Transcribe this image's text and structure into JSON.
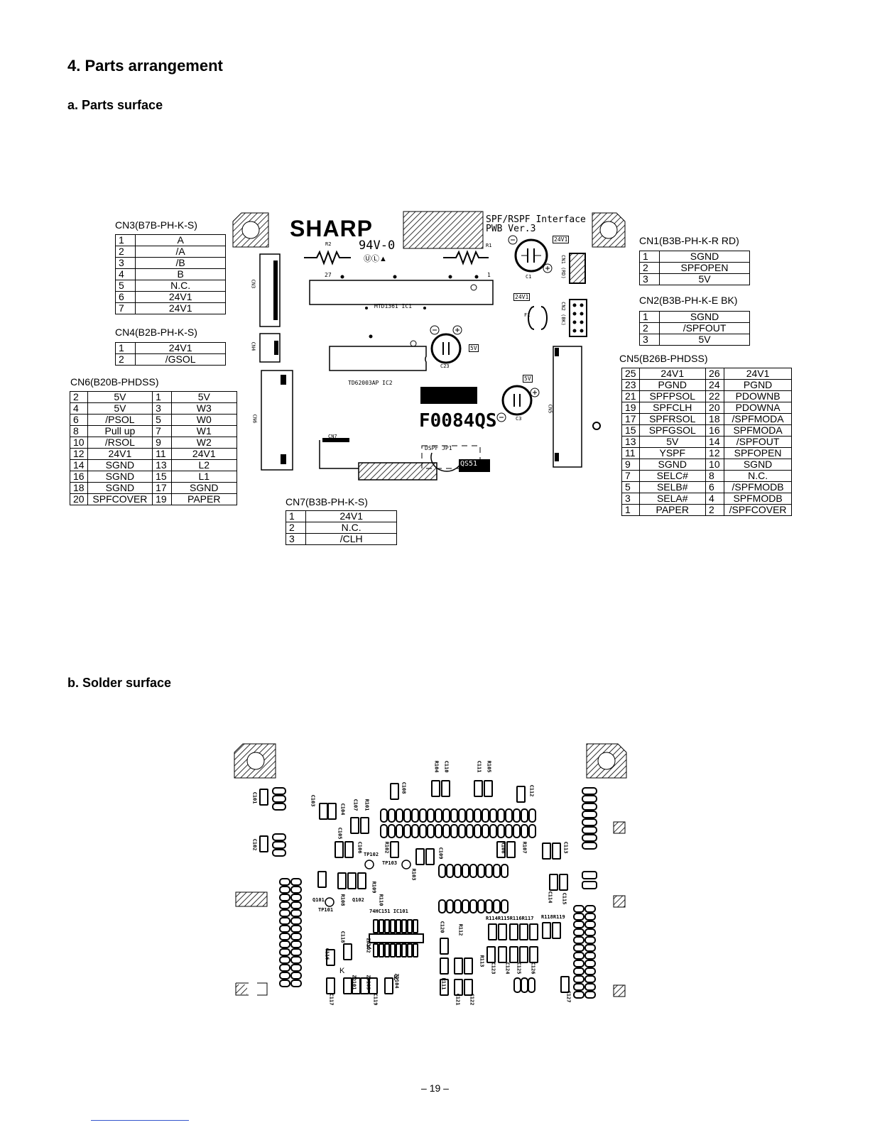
{
  "heading": "4. Parts arrangement",
  "sub_a": "a. Parts surface",
  "sub_b": "b. Solder surface",
  "board": {
    "logo": "SHARP",
    "rating": "94V-0",
    "ul": "ⓊⓁ▲",
    "title1": "SPF/RSPF Interface",
    "title2": "PWB Ver.3",
    "ic1": "MTD1361  IC1",
    "ic2": "TD62003AP  IC2",
    "code": "F0084QS",
    "cn7_mark": "CN7",
    "jp1": "DSPF   JP1",
    "qs": "QS51",
    "r2": "R2",
    "r1": "R1",
    "c1": "C1",
    "c3": "C3",
    "c23": "C23",
    "f1": "F1",
    "v24a": "24V1",
    "v24b": "24V1",
    "v5a": "5V",
    "v5b": "5V",
    "cn3": "CN3",
    "cn4": "CN4",
    "cn6": "CN6",
    "cn1": "CN1 (RD)",
    "cn2": "CN2 (BK)",
    "cn5": "CN5",
    "pin27": "27",
    "pin1": "1"
  },
  "cn3": {
    "title": "CN3(B7B-PH-K-S)",
    "rows": [
      [
        "1",
        "A"
      ],
      [
        "2",
        "/A"
      ],
      [
        "3",
        "/B"
      ],
      [
        "4",
        "B"
      ],
      [
        "5",
        "N.C."
      ],
      [
        "6",
        "24V1"
      ],
      [
        "7",
        "24V1"
      ]
    ]
  },
  "cn4": {
    "title": "CN4(B2B-PH-K-S)",
    "rows": [
      [
        "1",
        "24V1"
      ],
      [
        "2",
        "/GSOL"
      ]
    ]
  },
  "cn6": {
    "title": "CN6(B20B-PHDSS)",
    "rows": [
      [
        "2",
        "5V",
        "1",
        "5V"
      ],
      [
        "4",
        "5V",
        "3",
        "W3"
      ],
      [
        "6",
        "/PSOL",
        "5",
        "W0"
      ],
      [
        "8",
        "Pull up",
        "7",
        "W1"
      ],
      [
        "10",
        "/RSOL",
        "9",
        "W2"
      ],
      [
        "12",
        "24V1",
        "11",
        "24V1"
      ],
      [
        "14",
        "SGND",
        "13",
        "L2"
      ],
      [
        "16",
        "SGND",
        "15",
        "L1"
      ],
      [
        "18",
        "SGND",
        "17",
        "SGND"
      ],
      [
        "20",
        "SPFCOVER",
        "19",
        "PAPER"
      ]
    ]
  },
  "cn7": {
    "title": "CN7(B3B-PH-K-S)",
    "rows": [
      [
        "1",
        "24V1"
      ],
      [
        "2",
        "N.C."
      ],
      [
        "3",
        "/CLH"
      ]
    ]
  },
  "cn1": {
    "title": "CN1(B3B-PH-K-R RD)",
    "rows": [
      [
        "1",
        "SGND"
      ],
      [
        "2",
        "SPFOPEN"
      ],
      [
        "3",
        "5V"
      ]
    ]
  },
  "cn2": {
    "title": "CN2(B3B-PH-K-E BK)",
    "rows": [
      [
        "1",
        "SGND"
      ],
      [
        "2",
        "/SPFOUT"
      ],
      [
        "3",
        "5V"
      ]
    ]
  },
  "cn5": {
    "title": "CN5(B26B-PHDSS)",
    "rows": [
      [
        "25",
        "24V1",
        "26",
        "24V1"
      ],
      [
        "23",
        "PGND",
        "24",
        "PGND"
      ],
      [
        "21",
        "SPFPSOL",
        "22",
        "PDOWNB"
      ],
      [
        "19",
        "SPFCLH",
        "20",
        "PDOWNA"
      ],
      [
        "17",
        "SPFRSOL",
        "18",
        "/SPFMODA"
      ],
      [
        "15",
        "SPFGSOL",
        "16",
        "SPFMODA"
      ],
      [
        "13",
        "5V",
        "14",
        "/SPFOUT"
      ],
      [
        "11",
        "YSPF",
        "12",
        "SPFOPEN"
      ],
      [
        "9",
        "SGND",
        "10",
        "SGND"
      ],
      [
        "7",
        "SELC#",
        "8",
        "N.C."
      ],
      [
        "5",
        "SELB#",
        "6",
        "/SPFMODB"
      ],
      [
        "3",
        "SELA#",
        "4",
        "SPFMODB"
      ],
      [
        "1",
        "PAPER",
        "2",
        "/SPFCOVER"
      ]
    ]
  },
  "solder": {
    "c101": "C101",
    "c102": "C102",
    "c103": "C103",
    "c104": "C104",
    "c105": "C105",
    "c106": "C106",
    "c107": "C107",
    "c108": "C108",
    "c109": "C109",
    "c110": "C110",
    "c111": "C111",
    "c112": "C112",
    "c113": "C113",
    "c114": "C114",
    "c115": "C115",
    "c116": "C116",
    "c117": "C117",
    "c118": "C118",
    "c119": "C119",
    "c120": "C120",
    "c121": "C121",
    "c122": "C122",
    "c123": "C123",
    "c124": "C124",
    "c125": "C125",
    "c126": "C126",
    "c127": "C127",
    "r101": "R101",
    "r102": "R102",
    "r103": "R103",
    "r104": "R104",
    "r105": "R105",
    "r106": "R106",
    "r107": "R107",
    "r108": "R108",
    "r109": "R109",
    "r110": "R110",
    "r111": "R111",
    "r112": "R112",
    "r113": "R113",
    "r114_117": "R114R115R116R117",
    "r118_119": "R118R119",
    "q101": "Q101",
    "q102": "Q102",
    "tp101": "TP101",
    "tp102": "TP102",
    "tp103": "TP103",
    "ic101": "74HC151  IC101",
    "zd101": "ZD101",
    "zd102": "ZD102",
    "zd103": "ZD103",
    "zd104": "ZD104",
    "k": "K"
  },
  "footer": "– 19 –"
}
